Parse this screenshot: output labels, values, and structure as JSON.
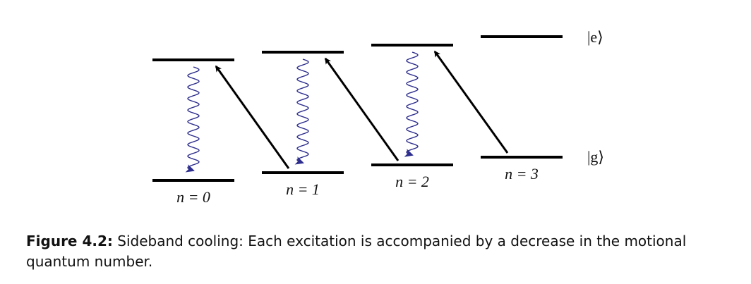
{
  "diagram": {
    "levels": [
      {
        "n": 0,
        "label": "n = 0"
      },
      {
        "n": 1,
        "label": "n = 1"
      },
      {
        "n": 2,
        "label": "n = 2"
      },
      {
        "n": 3,
        "label": "n = 3"
      }
    ],
    "state_labels": {
      "excited": "|e⟩",
      "ground": "|g⟩"
    },
    "colors": {
      "level_line": "#000000",
      "excitation_arrow": "#000000",
      "decay_wave": "#2e2e8e"
    }
  },
  "caption": {
    "label": "Figure 4.2:",
    "text": " Sideband cooling: Each excitation is accompanied by a decrease in the motional quantum number."
  }
}
